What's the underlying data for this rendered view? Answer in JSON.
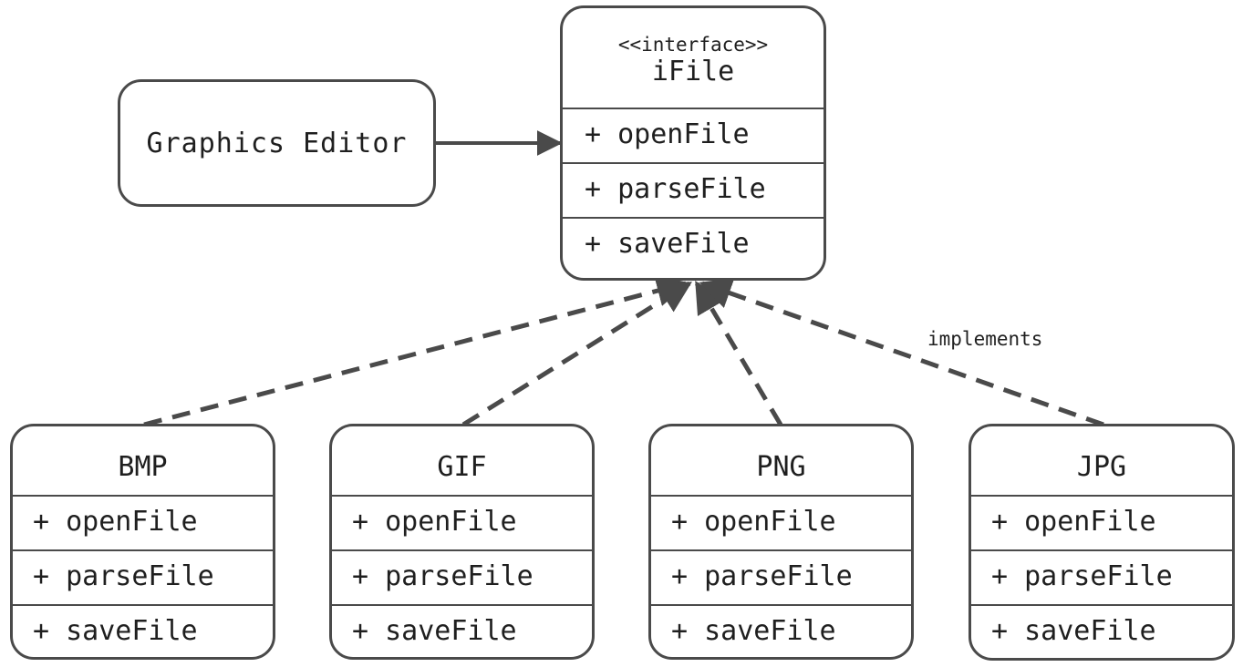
{
  "diagram": {
    "client": {
      "label": "Graphics Editor"
    },
    "interface": {
      "stereotype": "<<interface>>",
      "name": "iFile",
      "methods": [
        "+ openFile",
        "+ parseFile",
        "+ saveFile"
      ]
    },
    "implementations": [
      {
        "name": "BMP",
        "methods": [
          "+ openFile",
          "+ parseFile",
          "+ saveFile"
        ]
      },
      {
        "name": "GIF",
        "methods": [
          "+ openFile",
          "+ parseFile",
          "+ saveFile"
        ]
      },
      {
        "name": "PNG",
        "methods": [
          "+ openFile",
          "+ parseFile",
          "+ saveFile"
        ]
      },
      {
        "name": "JPG",
        "methods": [
          "+ openFile",
          "+ parseFile",
          "+ saveFile"
        ]
      }
    ],
    "relation_label": "implements",
    "colors": {
      "stroke": "#4a4a4a",
      "text": "#1f1f1f",
      "background": "#ffffff"
    }
  }
}
